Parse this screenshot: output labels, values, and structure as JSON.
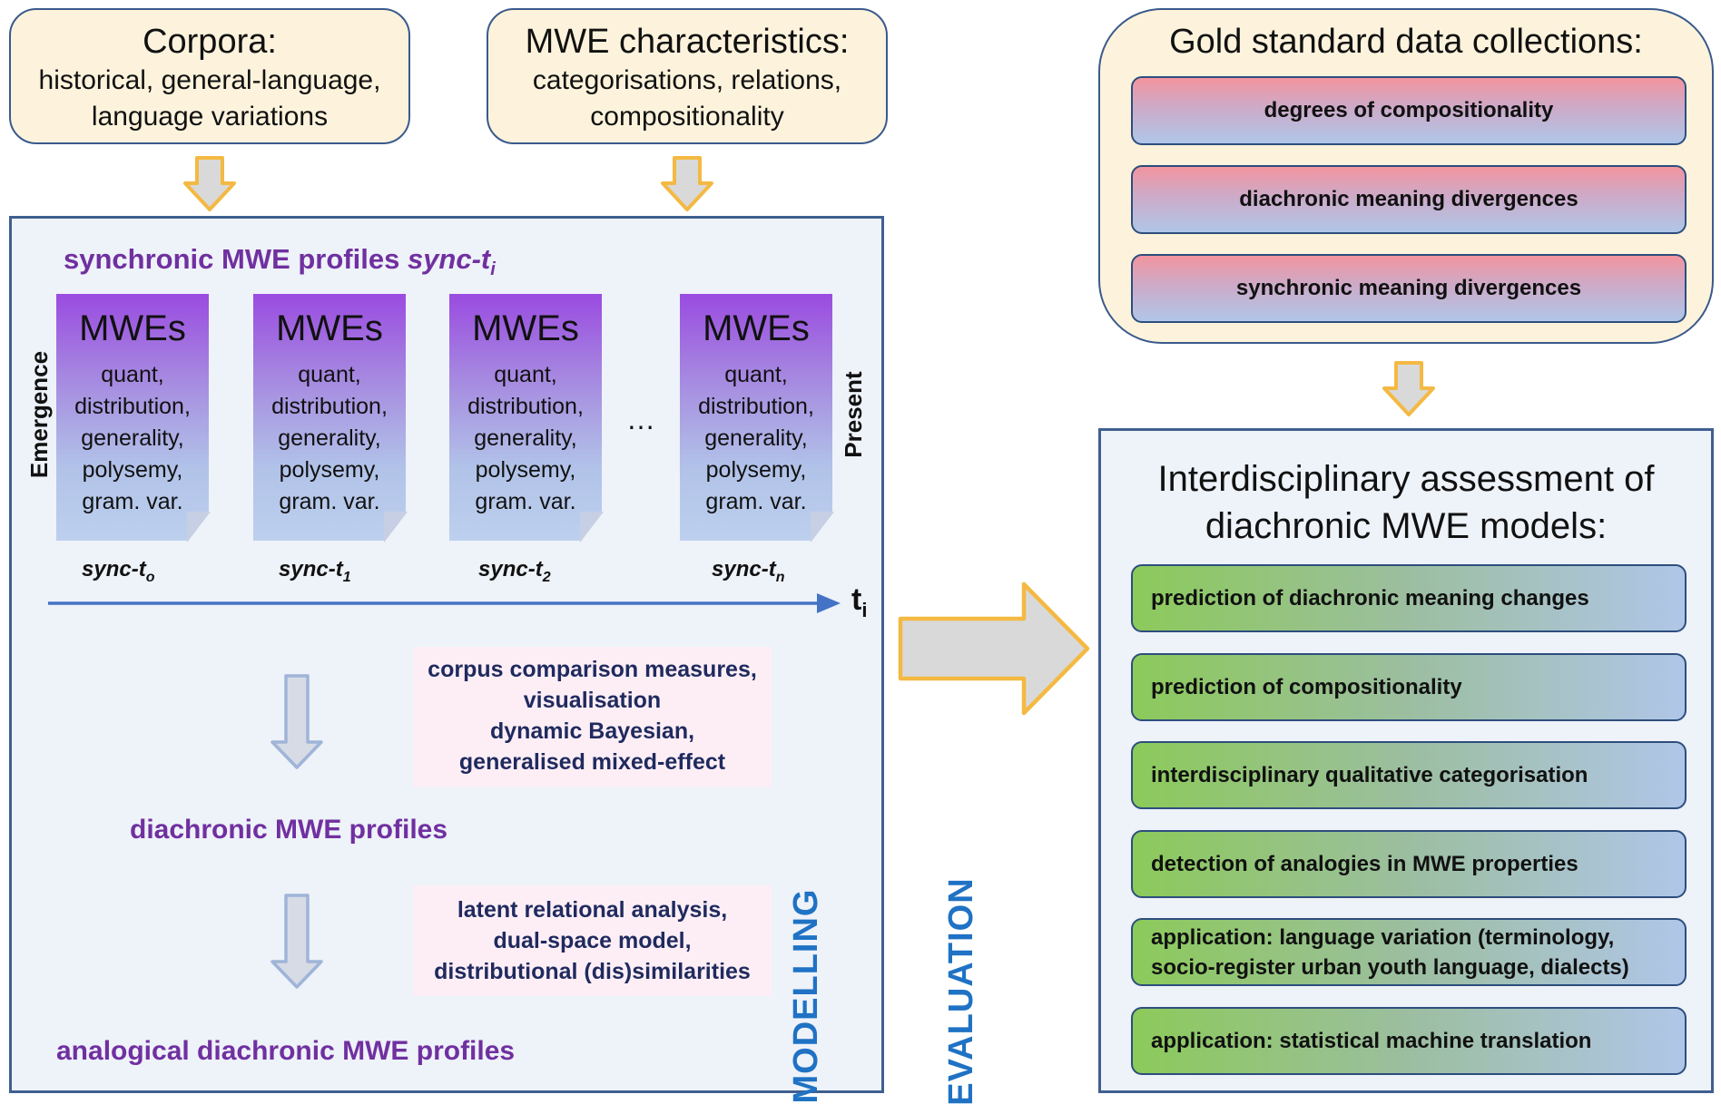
{
  "sources": {
    "corpora": {
      "title": "Corpora:",
      "line1": "historical, general-language,",
      "line2": "language variations"
    },
    "characteristics": {
      "title": "MWE characteristics:",
      "line1": "categorisations, relations,",
      "line2": "compositionality"
    }
  },
  "modelling": {
    "heading_main": "synchronic MWE profiles ",
    "heading_sync": "sync-t",
    "heading_sub": "i",
    "left_label": "Emergence",
    "right_label": "Present",
    "ellipsis": "…",
    "profiles": [
      {
        "title": "MWEs",
        "lines": [
          "quant,",
          "distribution,",
          "generality,",
          "polysemy,",
          "gram. var."
        ],
        "sync": "sync-t",
        "sub": "o"
      },
      {
        "title": "MWEs",
        "lines": [
          "quant,",
          "distribution,",
          "generality,",
          "polysemy,",
          "gram. var."
        ],
        "sync": "sync-t",
        "sub": "1"
      },
      {
        "title": "MWEs",
        "lines": [
          "quant,",
          "distribution,",
          "generality,",
          "polysemy,",
          "gram. var."
        ],
        "sync": "sync-t",
        "sub": "2"
      },
      {
        "title": "MWEs",
        "lines": [
          "quant,",
          "distribution,",
          "generality,",
          "polysemy,",
          "gram. var."
        ],
        "sync": "sync-t",
        "sub": "n"
      }
    ],
    "axis_label": "t",
    "axis_sub": "i",
    "methods1": [
      "corpus comparison measures,",
      "visualisation",
      "dynamic Bayesian,",
      "generalised mixed-effect"
    ],
    "diachronic": "diachronic MWE profiles",
    "methods2": [
      "latent relational analysis,",
      "dual-space model,",
      "distributional (dis)similarities"
    ],
    "analogical": "analogical diachronic MWE profiles",
    "side_label": "MODELLING"
  },
  "gold": {
    "title": "Gold standard data collections:",
    "items": [
      "degrees of compositionality",
      "diachronic meaning divergences",
      "synchronic meaning divergences"
    ]
  },
  "evaluation": {
    "title_line1": "Interdisciplinary assessment of",
    "title_line2": "diachronic MWE models:",
    "items": [
      [
        "prediction of diachronic meaning changes"
      ],
      [
        "prediction of compositionality"
      ],
      [
        "interdisciplinary qualitative categorisation"
      ],
      [
        "detection of analogies in MWE properties"
      ],
      [
        "application: language variation (terminology,",
        "socio-register urban youth language, dialects)"
      ],
      [
        "application: statistical machine translation"
      ]
    ],
    "side_label": "EVALUATION"
  },
  "colors": {
    "arrow_fill": "#d9d9d9",
    "arrow_stroke": "#f4b942",
    "axis": "#4472c4",
    "purple": "#7030a0",
    "side_label": "#1f72c4"
  }
}
